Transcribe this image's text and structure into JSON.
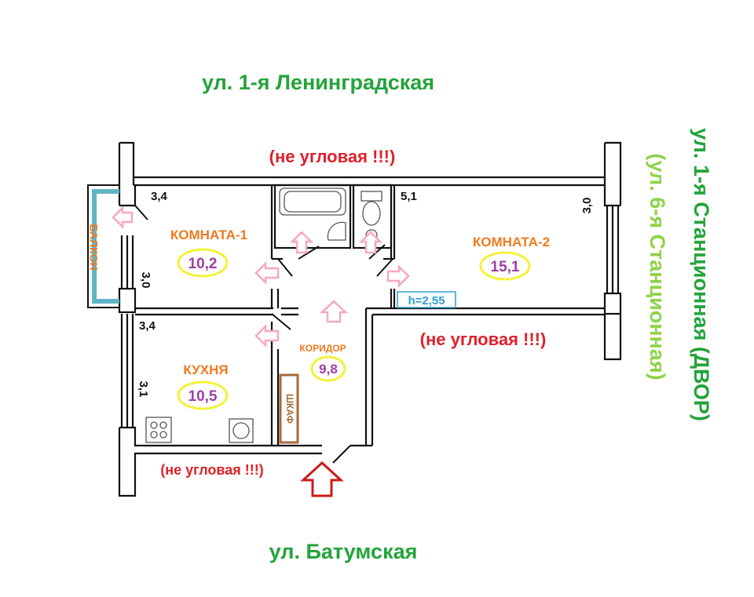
{
  "colors": {
    "street": "#23a33a",
    "street_alt": "#8fd24a",
    "warning": "#e0202a",
    "room": "#f07a1e",
    "area": "#9b3fa5",
    "area_oval": "#f2f23a",
    "wall": "#111111",
    "window": "#5fb5c5",
    "arrow_pink": "#f7a8c0",
    "entrance": "#cc1a1a",
    "closet": "#a86a3a",
    "ceiling": "#2f9fd0"
  },
  "streets": {
    "top": "ул. 1-я Ленинградская",
    "bottom": "ул. Батумская",
    "right": "ул. 1-я Станционная (ДВОР)",
    "right_alt": "(ул. 6-я Станционная)"
  },
  "warnings": {
    "top": "(не угловая !!!)",
    "middle": "(не угловая !!!)",
    "bottom": "(не угловая !!!)"
  },
  "rooms": {
    "room1": {
      "name": "КОМНАТА-1",
      "area": "10,2"
    },
    "room2": {
      "name": "КОМНАТА-2",
      "area": "15,1"
    },
    "kitchen": {
      "name": "КУХНЯ",
      "area": "10,5"
    },
    "corridor": {
      "name": "КОРИДОР",
      "area": "9,8"
    },
    "balcony": {
      "name": "БАЛКОН"
    },
    "closet": {
      "name": "ШКАФ"
    }
  },
  "dimensions": {
    "room1_width": "3,4",
    "room1_depth": "3,0",
    "kitchen_width": "3,4",
    "kitchen_depth": "3,1",
    "room2_width": "5,1",
    "room2_depth": "3,0"
  },
  "ceiling_height": "h=2,55",
  "icons": {
    "entrance": "entrance-arrow-icon",
    "door_arrow": "door-arrow-icon",
    "bathtub": "bathtub-icon",
    "toilet": "toilet-icon",
    "sink": "sink-icon",
    "stove": "stove-icon"
  }
}
